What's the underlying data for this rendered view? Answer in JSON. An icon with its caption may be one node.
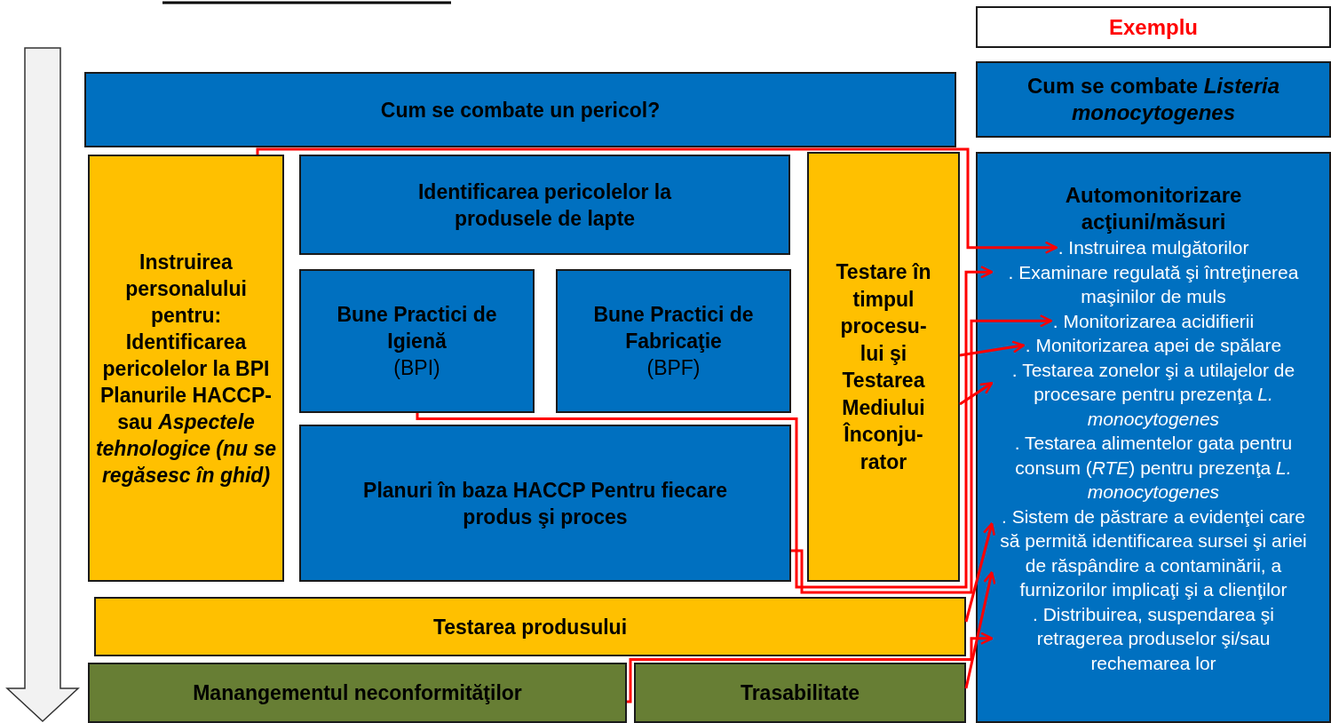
{
  "diagram": {
    "nodes": [
      {
        "text": [
          "Cum se combate un pericol?"
        ]
      },
      {
        "text": [
          "Instruirea personalului pentru: Identificarea pericolelor la BPI Planurile HACCP- sau *Aspectele tehnologice (nu se regăsesc în ghid)*"
        ]
      },
      {
        "text": [
          "Identificarea pericolelor la produsele de lapte"
        ]
      },
      {
        "text": [
          "Bune Practici de Igienă",
          "(BPI)"
        ]
      },
      {
        "text": [
          "Bune Practici de Fabricaţie",
          "(BPF)"
        ]
      },
      {
        "text": [
          "Planuri în baza HACCP Pentru fiecare produs şi proces"
        ]
      },
      {
        "text": [
          "Testare în timpul procesu- lui şi Testarea Mediului Înconju- rator"
        ]
      },
      {
        "text": [
          "Testarea produsului"
        ]
      },
      {
        "text": [
          "Manangementul neconformităţilor"
        ]
      },
      {
        "text": [
          "Trasabilitate"
        ]
      },
      {
        "text": [
          "Exemplu"
        ]
      },
      {
        "text": [
          "Cum se combate *Listeria monocytogenes*"
        ]
      },
      {
        "text": [
          "Automonitorizare acţiuni/măsuri"
        ]
      },
      {
        "text": [
          ". Instruirea mulgătorilor"
        ],
        "in": 12
      },
      {
        "text": [
          ". Examinare regulată şi întreţinerea maşinilor de muls"
        ],
        "in": 12
      },
      {
        "text": [
          ". Monitorizarea acidifierii"
        ],
        "in": 12
      },
      {
        "text": [
          ". Monitorizarea apei de spălare"
        ],
        "in": 12
      },
      {
        "text": [
          ". Testarea zonelor şi a utilajelor de procesare pentru prezenţa *L. monocytogenes*"
        ],
        "in": 12
      },
      {
        "text": [
          ". Testarea alimentelor gata pentru consum (*RTE*) pentru prezenţa *L. monocytogenes*"
        ],
        "in": 12
      },
      {
        "text": [
          ". Sistem de păstrare a evidenţei care să permită identificarea sursei şi ariei de răspândire a contaminării, a furnizorilor implicaţi şi a clienţilor"
        ],
        "in": 12
      },
      {
        "text": [
          ". Distribuirea, suspendarea şi retragerea produselor şi/sau rechemarea lor"
        ],
        "in": 12
      }
    ],
    "edges": [
      {
        "from": 1,
        "to": 13,
        "arrow": "to"
      },
      {
        "from": 3,
        "to": 14,
        "arrow": "to"
      },
      {
        "from": 5,
        "to": 15,
        "arrow": "to"
      },
      {
        "from": 6,
        "to": 16,
        "arrow": "to"
      },
      {
        "from": 6,
        "to": 17,
        "arrow": "to"
      },
      {
        "from": 7,
        "to": 19,
        "arrow": "to"
      },
      {
        "from": 9,
        "to": 19,
        "arrow": "to"
      },
      {
        "from": 8,
        "to": 20,
        "arrow": "to"
      }
    ]
  }
}
